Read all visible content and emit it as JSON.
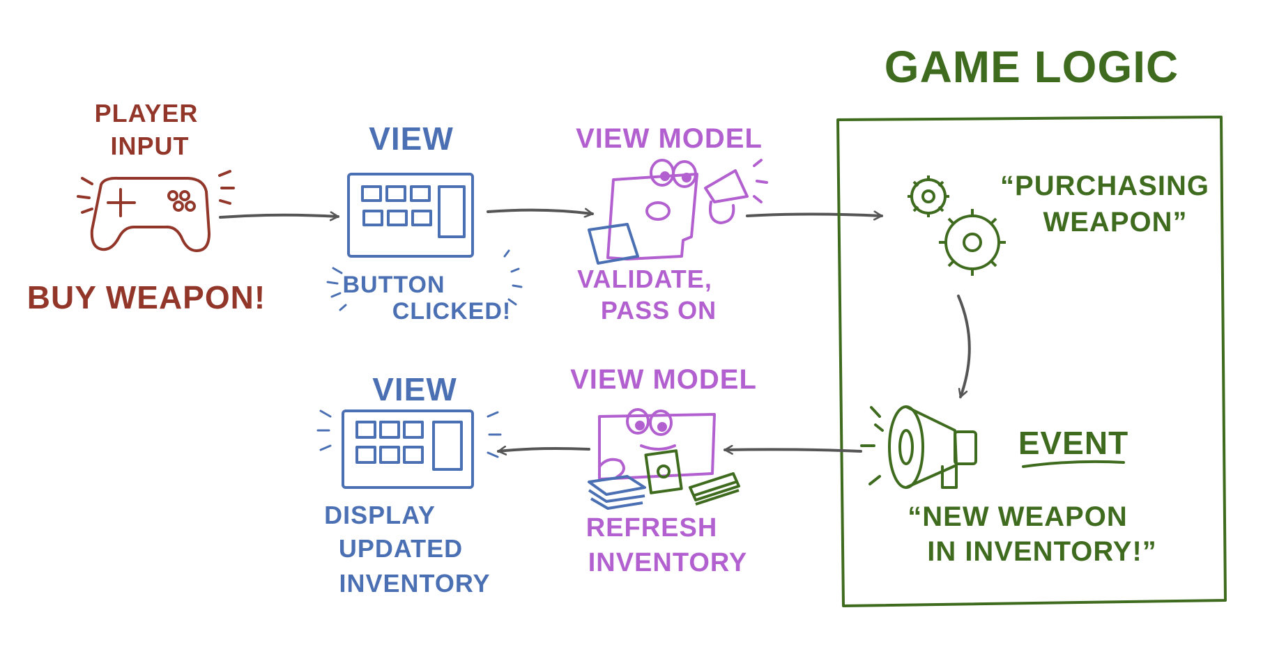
{
  "colors": {
    "player": "#93362a",
    "view": "#4a6fb3",
    "view_model": "#b25fcf",
    "game_logic": "#3f6b1f",
    "arrow": "#555555"
  },
  "player": {
    "title_line1": "PLAYER",
    "title_line2": "INPUT",
    "caption": "BUY WEAPON!"
  },
  "view_top": {
    "title": "VIEW",
    "caption_line1": "BUTTON",
    "caption_line2": "CLICKED!"
  },
  "vm_top": {
    "title": "VIEW MODEL",
    "caption_line1": "VALIDATE,",
    "caption_line2": "PASS ON"
  },
  "game_logic": {
    "title": "GAME LOGIC",
    "purchase_line1": "“PURCHASING",
    "purchase_line2": "WEAPON”",
    "event_label": "EVENT",
    "event_line1": "“NEW WEAPON",
    "event_line2": "IN INVENTORY!”"
  },
  "vm_bottom": {
    "title": "VIEW MODEL",
    "caption_line1": "REFRESH",
    "caption_line2": "INVENTORY"
  },
  "view_bottom": {
    "title": "VIEW",
    "caption_line1": "DISPLAY",
    "caption_line2": "UPDATED",
    "caption_line3": "INVENTORY"
  },
  "icons": [
    "gamepad-icon",
    "screen-icon",
    "document-character-icon",
    "megaphone-icon",
    "gear-icon",
    "money-icon"
  ]
}
